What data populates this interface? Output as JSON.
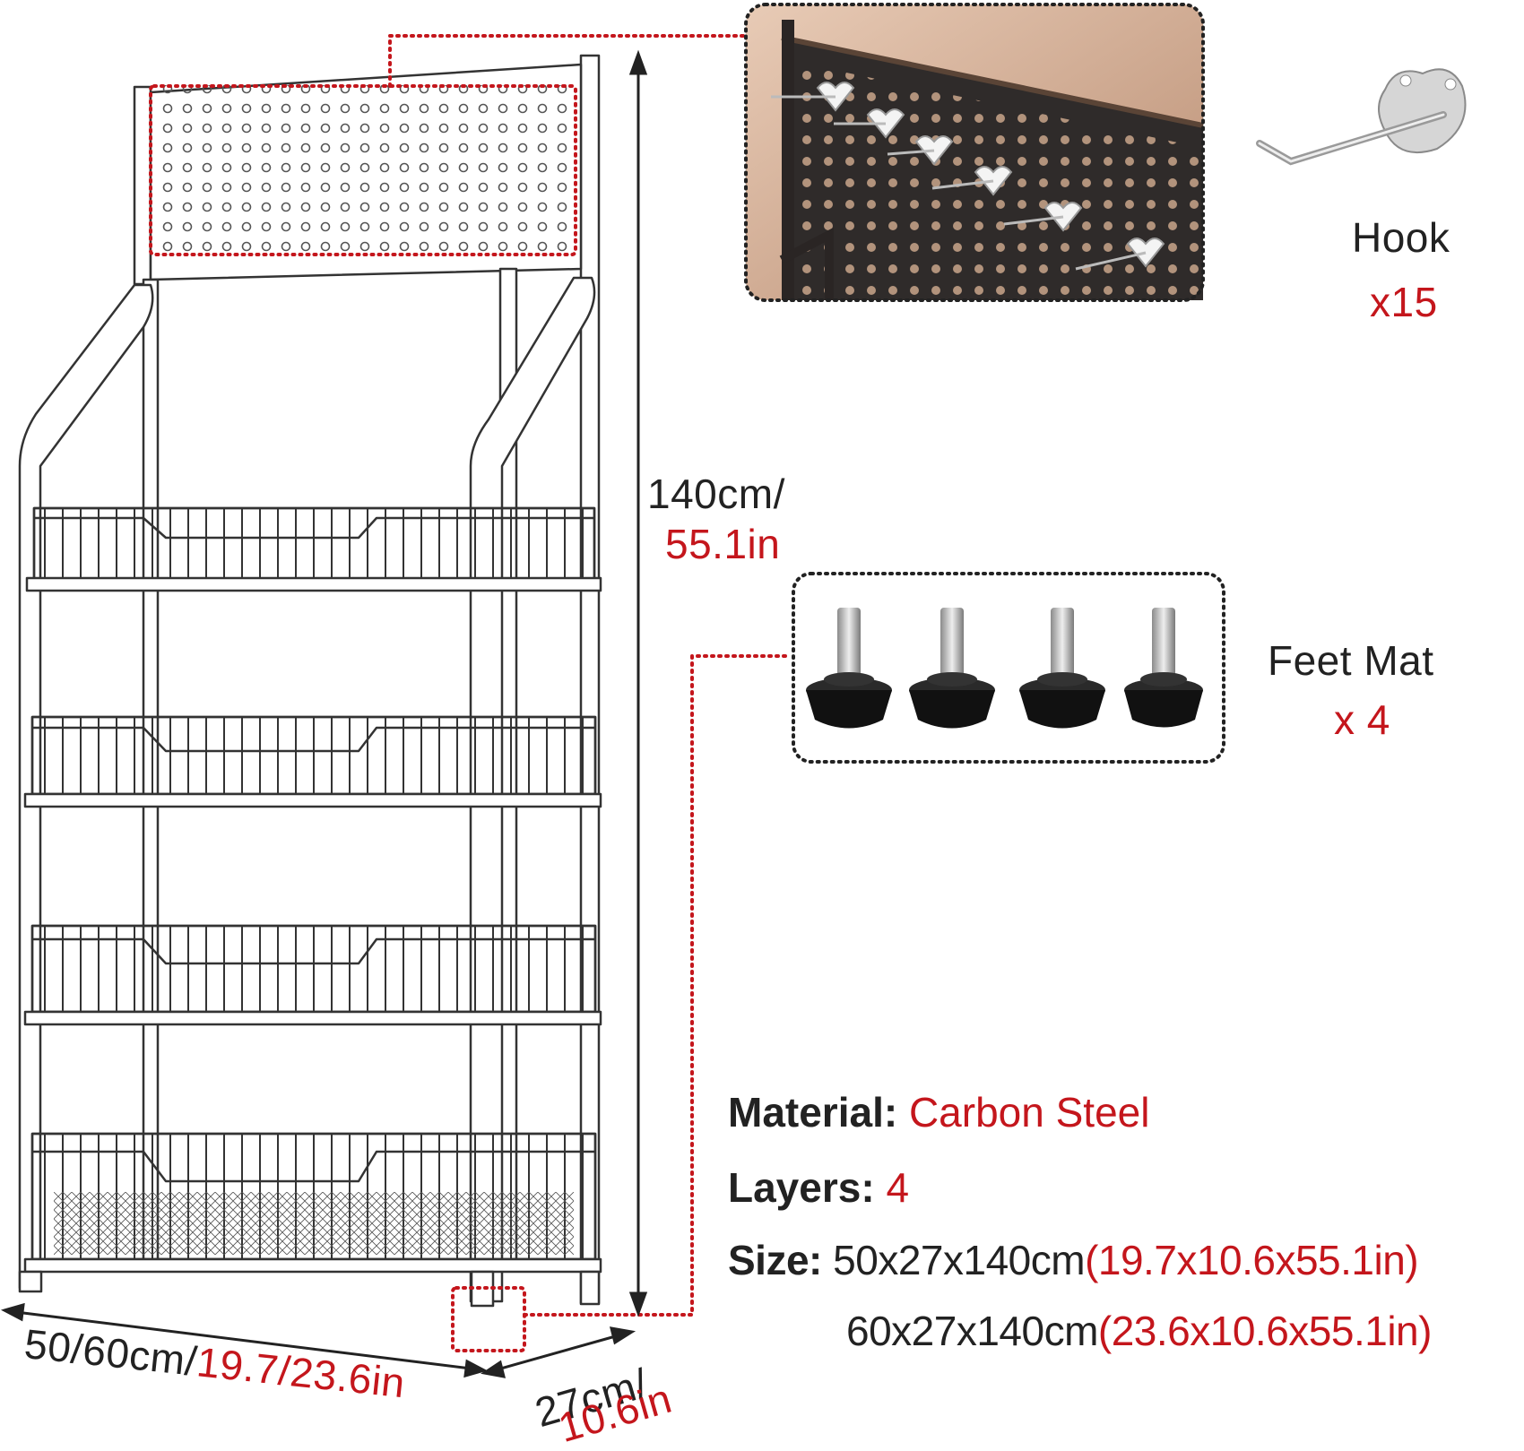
{
  "colors": {
    "accent": "#c4161c",
    "text": "#222222",
    "line": "#444444"
  },
  "hook": {
    "title": "Hook",
    "count": "x15"
  },
  "feet": {
    "title": "Feet Mat",
    "count": "x 4"
  },
  "height": {
    "metric": "140cm/",
    "imperial": "55.1in"
  },
  "width": {
    "metric": "50/60cm/",
    "imperial": "19.7/23.6in"
  },
  "depth": {
    "metric": "27cm/",
    "imperial": "10.6in"
  },
  "specs": {
    "material": {
      "label": "Material:",
      "value": "Carbon Steel"
    },
    "layers": {
      "label": "Layers:",
      "value": "4"
    },
    "size": {
      "label": "Size:",
      "size1_metric": "50x27x140cm",
      "size1_imperial": "(19.7x10.6x55.1in)",
      "size2_metric": "60x27x140cm",
      "size2_imperial": "(23.6x10.6x55.1in)"
    }
  },
  "icons": {
    "hook": "hook-icon",
    "foot": "leveling-foot-icon",
    "shelf": "shelf-drawing"
  }
}
